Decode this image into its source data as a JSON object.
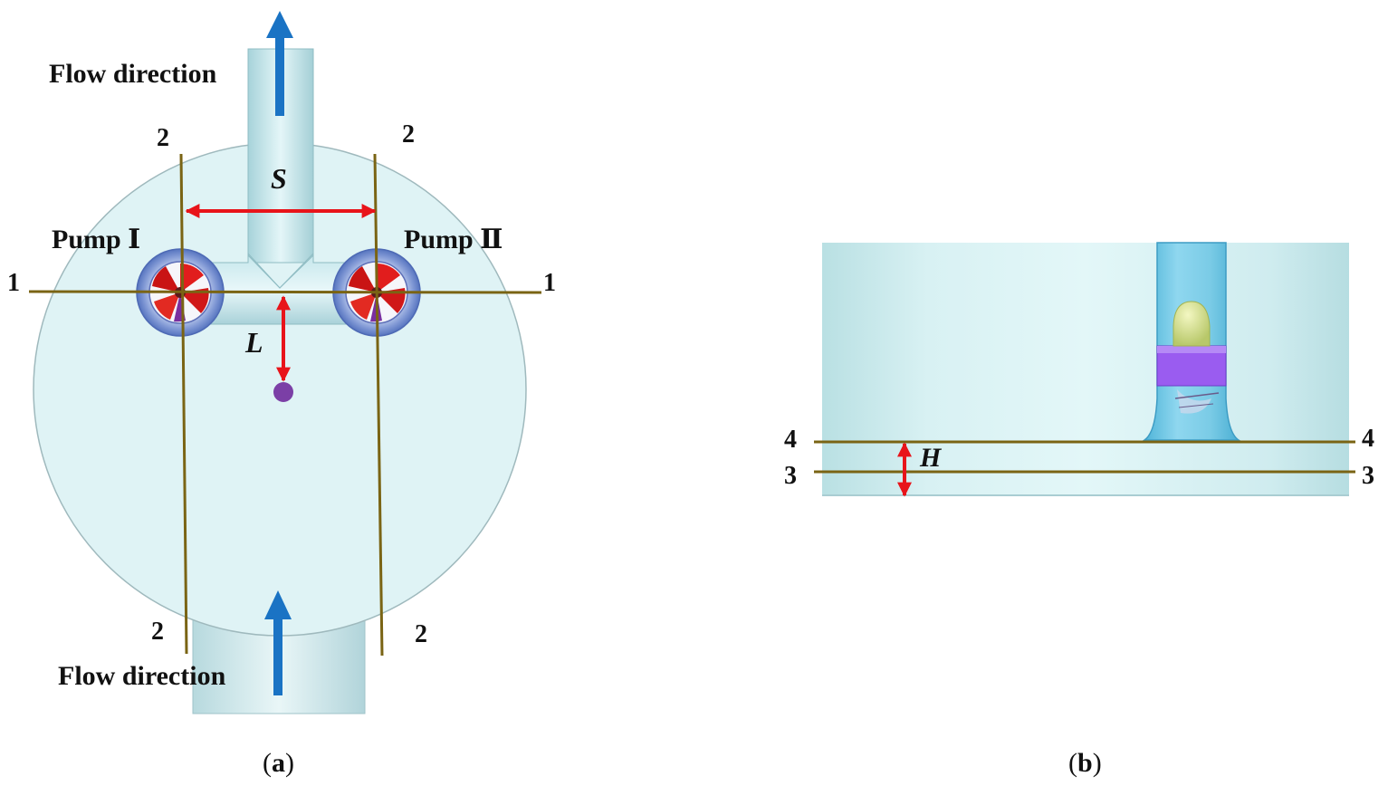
{
  "panel_a": {
    "flow_direction_top": "Flow direction",
    "flow_direction_bottom": "Flow direction",
    "pump_1": "Pump Ⅰ",
    "pump_2": "Pump Ⅱ",
    "spacing_label": "S",
    "offset_label": "L",
    "section_1_left": "1",
    "section_1_right": "1",
    "section_2_top_left": "2",
    "section_2_top_right": "2",
    "section_2_bottom_left": "2",
    "section_2_bottom_right": "2",
    "caption_open": "(",
    "caption_letter": "a",
    "caption_close": ")"
  },
  "panel_b": {
    "height_label": "H",
    "section_4_left": "4",
    "section_4_right": "4",
    "section_3_left": "3",
    "section_3_right": "3",
    "caption_open": "(",
    "caption_letter": "b",
    "caption_close": ")"
  },
  "colors": {
    "section_line": "#7a6414",
    "dimension_arrow": "#e8141a",
    "flow_arrow": "#1a73c4",
    "sump_fill": "#dff3f5",
    "pipe_fill": "#bfe3e8",
    "probe_point": "#7b3fa6"
  }
}
